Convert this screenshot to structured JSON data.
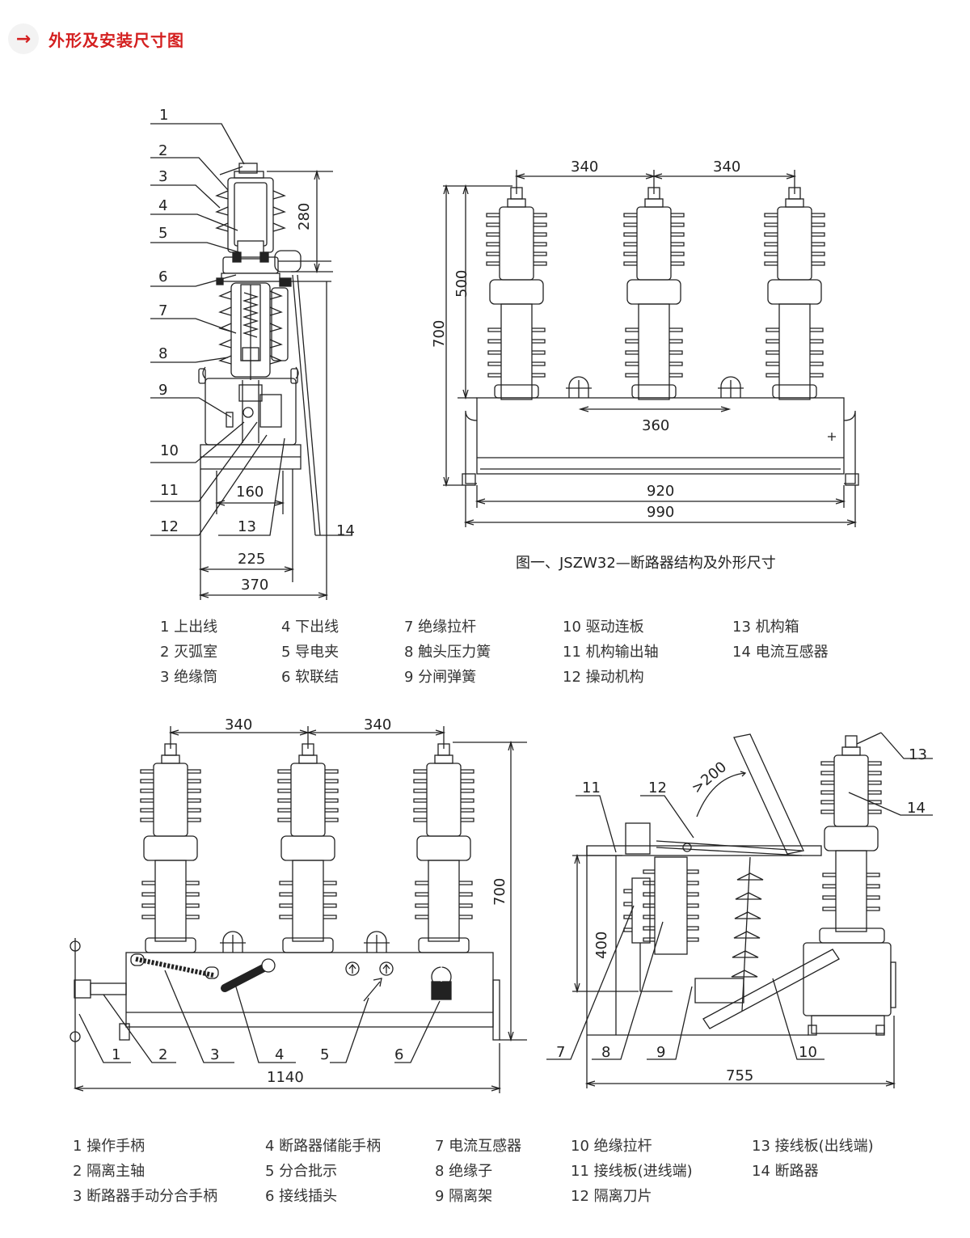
{
  "header": {
    "arrow_icon": "→",
    "title": "外形及安装尺寸图"
  },
  "figure1": {
    "caption": "图一、JSZW32—断路器结构及外形尺寸",
    "side_callouts": [
      "1",
      "2",
      "3",
      "4",
      "5",
      "6",
      "7",
      "8",
      "9",
      "10",
      "11",
      "12",
      "13",
      "14"
    ],
    "side_dims": {
      "d280": "280",
      "d160": "160",
      "d225": "225",
      "d370": "370"
    },
    "front_dims": {
      "d340a": "340",
      "d340b": "340",
      "d500": "500",
      "d700": "700",
      "d360": "360",
      "d920": "920",
      "d990": "990"
    },
    "legend": [
      [
        "1 上出线",
        "2 灭弧室",
        "3 绝缘筒"
      ],
      [
        "4 下出线",
        "5 导电夹",
        "6 软联结"
      ],
      [
        "7 绝缘拉杆",
        "8 触头压力簧",
        "9 分闸弹簧"
      ],
      [
        "10 驱动连板",
        "11 机构输出轴",
        "12 操动机构"
      ],
      [
        "13 机构箱",
        "14 电流互感器"
      ]
    ]
  },
  "figure2": {
    "front_dims": {
      "d340a": "340",
      "d340b": "340",
      "d700": "700",
      "d1140": "1140"
    },
    "front_callouts": [
      "1",
      "2",
      "3",
      "4",
      "5",
      "6"
    ],
    "side_dims": {
      "d200": ">200",
      "d400": "400",
      "d755": "755"
    },
    "side_callouts": [
      "7",
      "8",
      "9",
      "10",
      "11",
      "12",
      "13",
      "14"
    ],
    "legend": [
      [
        "1 操作手柄",
        "2 隔离主轴",
        "3 断路器手动分合手柄"
      ],
      [
        "4 断路器储能手柄",
        "5 分合批示",
        "6 接线插头"
      ],
      [
        "7 电流互感器",
        "8 绝缘子",
        "9 隔离架"
      ],
      [
        "10 绝缘拉杆",
        "11 接线板(进线端)",
        "12 隔离刀片"
      ],
      [
        "13 接线板(出线端)",
        "14 断路器"
      ]
    ]
  }
}
